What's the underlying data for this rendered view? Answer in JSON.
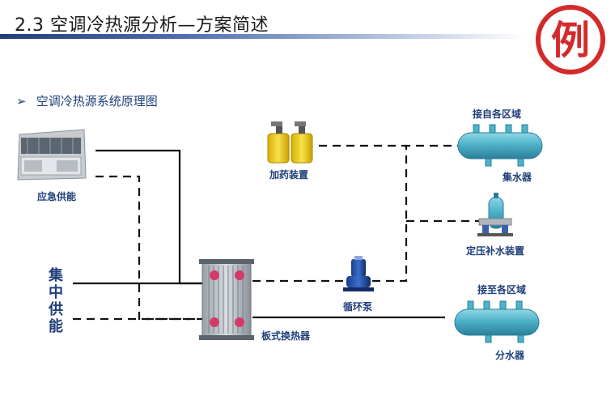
{
  "header": {
    "title": "2.3 空调冷热源分析—方案简述"
  },
  "stamp": {
    "char": "例",
    "color": "#d42a2a"
  },
  "section": {
    "bullet": "➢",
    "title": "空调冷热源系统原理图"
  },
  "labels": {
    "emergency": "应急供能",
    "central": "集中供能",
    "dosing": "加药装置",
    "collector_top": "接自各区域",
    "collector": "集水器",
    "pressurizer": "定压补水装置",
    "pump": "循环泵",
    "distributor_top": "接至各区域",
    "exchanger": "板式换热器",
    "distributor": "分水器"
  },
  "colors": {
    "title_blue": "#1f3f7a",
    "pipe": "#111111",
    "tank_blue": "#4fb2c9"
  },
  "icons": {
    "chiller": "air-cooled-chiller-icon",
    "dosing": "dosing-unit-icon",
    "collector": "water-collector-icon",
    "pressurizer": "pressurization-unit-icon",
    "pump": "circulation-pump-icon",
    "exchanger": "plate-heat-exchanger-icon",
    "distributor": "water-distributor-icon"
  }
}
